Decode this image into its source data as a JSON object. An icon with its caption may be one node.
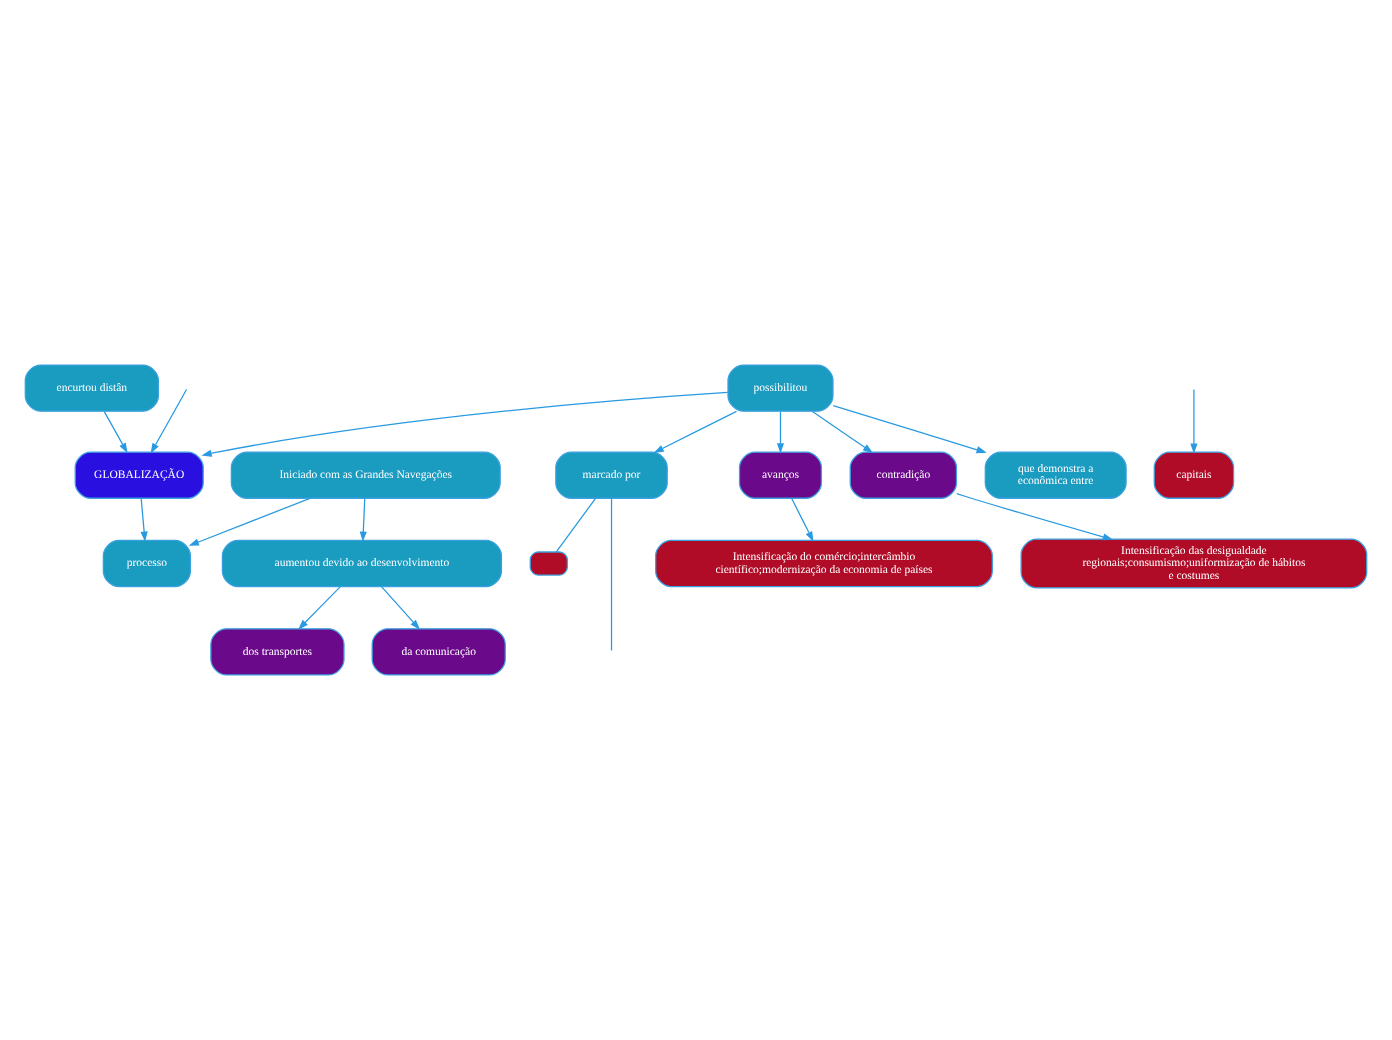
{
  "diagram": {
    "nodes": [
      {
        "text": [
          "GLOBALIZAÇÃO"
        ]
      },
      {
        "text": [
          "encurtou distân"
        ]
      },
      {
        "text": [
          "Iniciado com as Grandes Navegações"
        ]
      },
      {
        "text": [
          "processo"
        ]
      },
      {
        "text": [
          "aumentou devido ao desenvolvimento"
        ]
      },
      {
        "text": [
          "possibilitou"
        ]
      },
      {
        "text": [
          "marcado por"
        ]
      },
      {
        "text": [
          "dos transportes"
        ]
      },
      {
        "text": [
          "da comunicação"
        ]
      },
      {
        "text": [
          "capitais"
        ]
      },
      {
        "text": [],
        "shape": "box"
      },
      {
        "text": [
          "avanços"
        ]
      },
      {
        "text": [
          "contradição"
        ]
      },
      {
        "text": [
          "que demonstra a econômica entre"
        ]
      },
      {
        "text": [
          "Intensificação do comércio;intercâmbio científico;modernização da economia de países"
        ]
      },
      {
        "text": [
          "Intensificação das desigualdade regionais;consumismo;uniformização de hábitos e costumes"
        ]
      }
    ],
    "edges": [
      {
        "from": null,
        "to": 0,
        "arrow": "to"
      },
      {
        "from": 1,
        "to": 0,
        "arrow": "to"
      },
      {
        "from": 0,
        "to": 3,
        "arrow": "to"
      },
      {
        "from": 5,
        "to": 0,
        "arrow": "to"
      },
      {
        "from": 2,
        "to": 3,
        "arrow": "to"
      },
      {
        "from": 2,
        "to": 4,
        "arrow": "to"
      },
      {
        "from": 4,
        "to": 7,
        "arrow": "to"
      },
      {
        "from": 4,
        "to": 8,
        "arrow": "to"
      },
      {
        "from": 5,
        "to": 6,
        "arrow": "to"
      },
      {
        "from": 5,
        "to": 11,
        "arrow": "to"
      },
      {
        "from": 5,
        "to": 12,
        "arrow": "to"
      },
      {
        "from": 5,
        "to": 13,
        "arrow": "to"
      },
      {
        "from": 6,
        "to": null,
        "arrow": "none"
      },
      {
        "from": 6,
        "to": 10,
        "arrow": "none"
      },
      {
        "from": null,
        "to": 9,
        "arrow": "to"
      },
      {
        "from": 11,
        "to": 14,
        "arrow": "to"
      },
      {
        "from": 12,
        "to": 15,
        "arrow": "to"
      }
    ]
  }
}
